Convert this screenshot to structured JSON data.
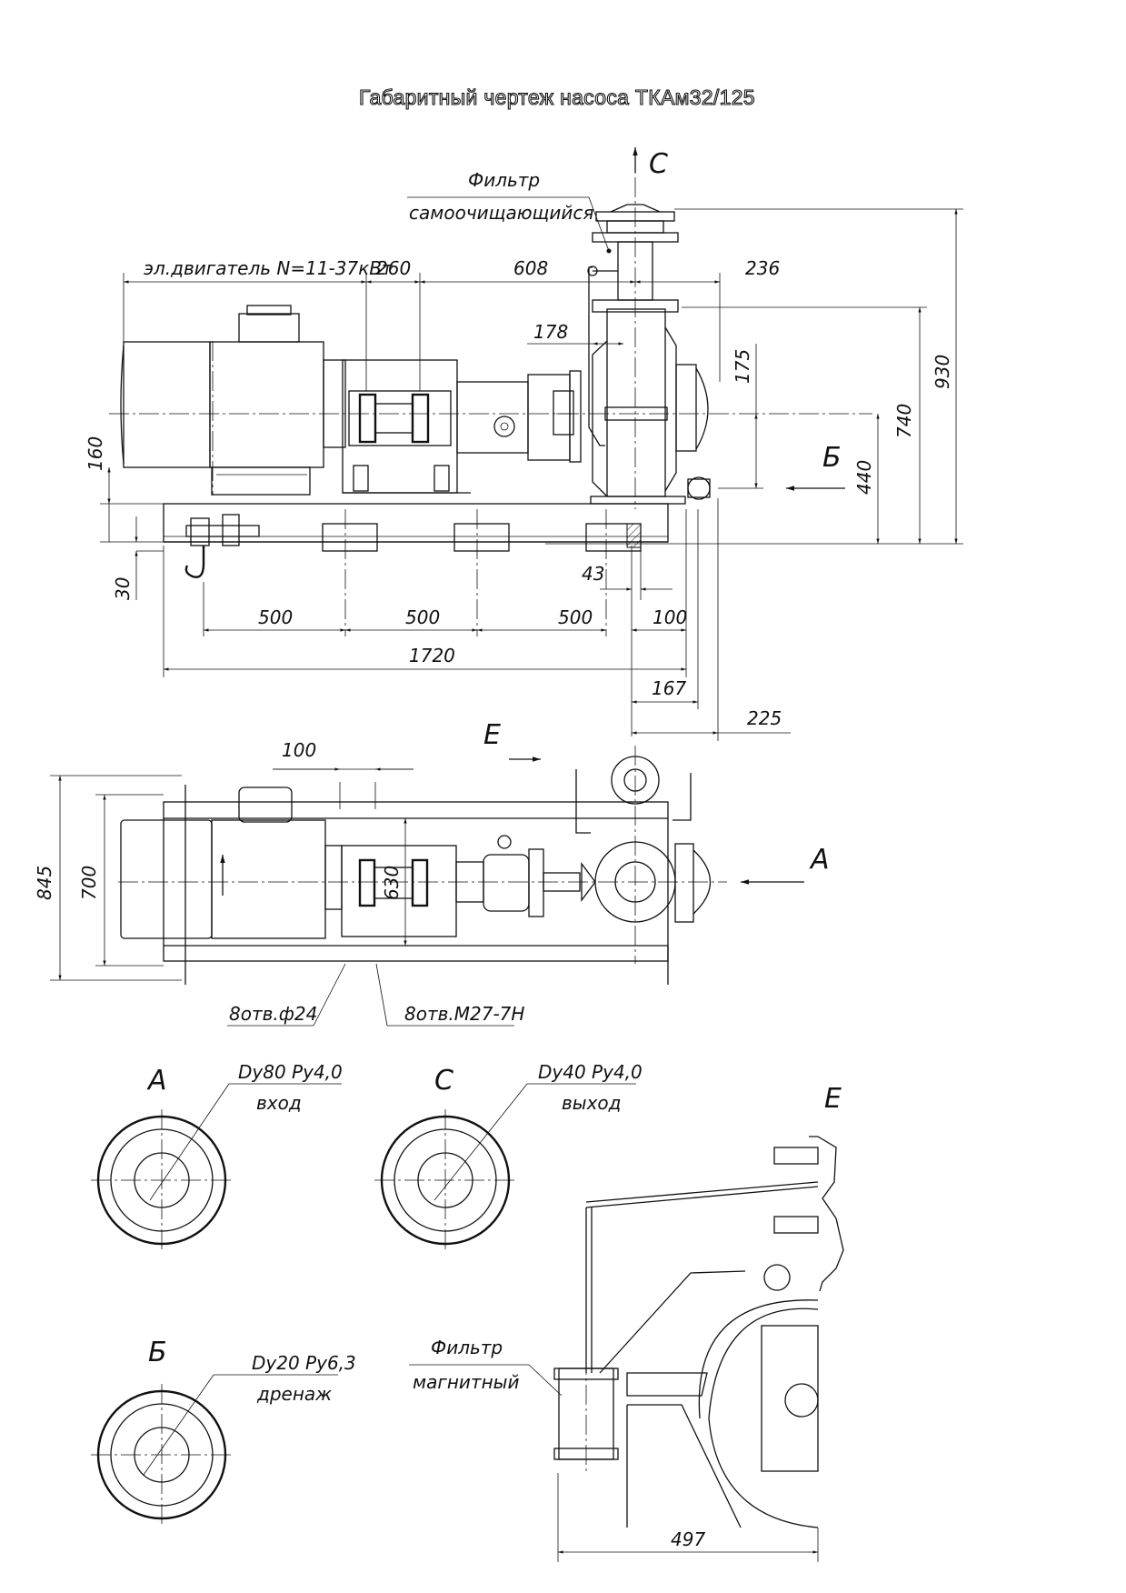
{
  "title": "Габаритный чертеж насоса  ТКАм32/125",
  "labels": {
    "filter_self": [
      "Фильтр",
      "самоочищающийся"
    ],
    "filter_mag": [
      "Фильтр",
      "магнитный"
    ],
    "motor": "эл.двигатель N=11-37кВт",
    "holes_a": "8отв.ф24",
    "holes_b": "8отв.М27-7Н"
  },
  "view_letters": {
    "A": "А",
    "B": "Б",
    "C": "С",
    "E": "Е"
  },
  "dimensions": {
    "d260": "260",
    "d608": "608",
    "d236": "236",
    "d178": "178",
    "d175": "175",
    "d930": "930",
    "d740": "740",
    "d440": "440",
    "d160": "160",
    "d30": "30",
    "d43": "43",
    "d500a": "500",
    "d500b": "500",
    "d500c": "500",
    "d100": "100",
    "d1720": "1720",
    "d167": "167",
    "d225": "225",
    "p100": "100",
    "p630": "630",
    "p845": "845",
    "p700": "700",
    "e497": "497"
  },
  "flanges": {
    "inlet": {
      "spec": "Dy80 Py4,0",
      "role": "вход"
    },
    "outlet": {
      "spec": "Dy40 Py4,0",
      "role": "выход"
    },
    "drain": {
      "spec": "Dy20 Py6,3",
      "role": "дренаж"
    }
  }
}
